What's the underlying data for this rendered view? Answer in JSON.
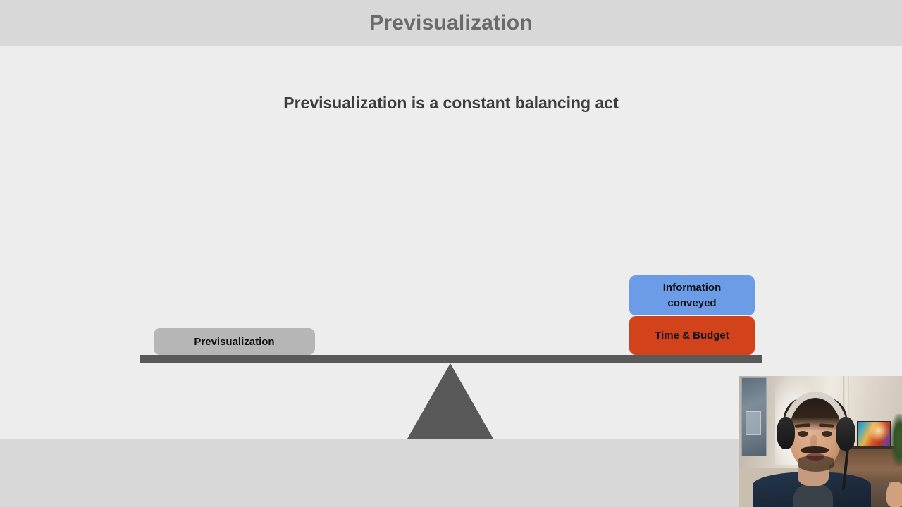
{
  "header": {
    "title": "Previsualization"
  },
  "slide": {
    "heading": "Previsualization is a constant balancing act",
    "colors": {
      "background": "#ededed",
      "header_bar": "#d8d8d8",
      "bottom_bar": "#d8d8d8",
      "heading_text": "#3d3d3d",
      "title_text": "#6a6a6a",
      "scale": "#595959"
    }
  },
  "diagram": {
    "type": "balance-scale",
    "left_side": {
      "weights": [
        {
          "label": "Previsualization",
          "color": "#b6b6b6",
          "text_color": "#111111"
        }
      ]
    },
    "right_side": {
      "weights": [
        {
          "label": "Information conveyed",
          "line1": "Information",
          "line2": "conveyed",
          "color": "#6c9ce8",
          "text_color": "#111111"
        },
        {
          "label": "Time & Budget",
          "color": "#d2431c",
          "text_color": "#111111"
        }
      ]
    },
    "tilt": "right-side-down",
    "fulcrum": {
      "shape": "triangle",
      "color": "#595959"
    }
  },
  "webcam": {
    "label": "presenter webcam",
    "description": "Man with over-ear headphones and boom microphone in a home office; framed poster on the left wall, bright window, wooden desk with a colorful landscape painting, small figurine and houseplants behind him."
  }
}
